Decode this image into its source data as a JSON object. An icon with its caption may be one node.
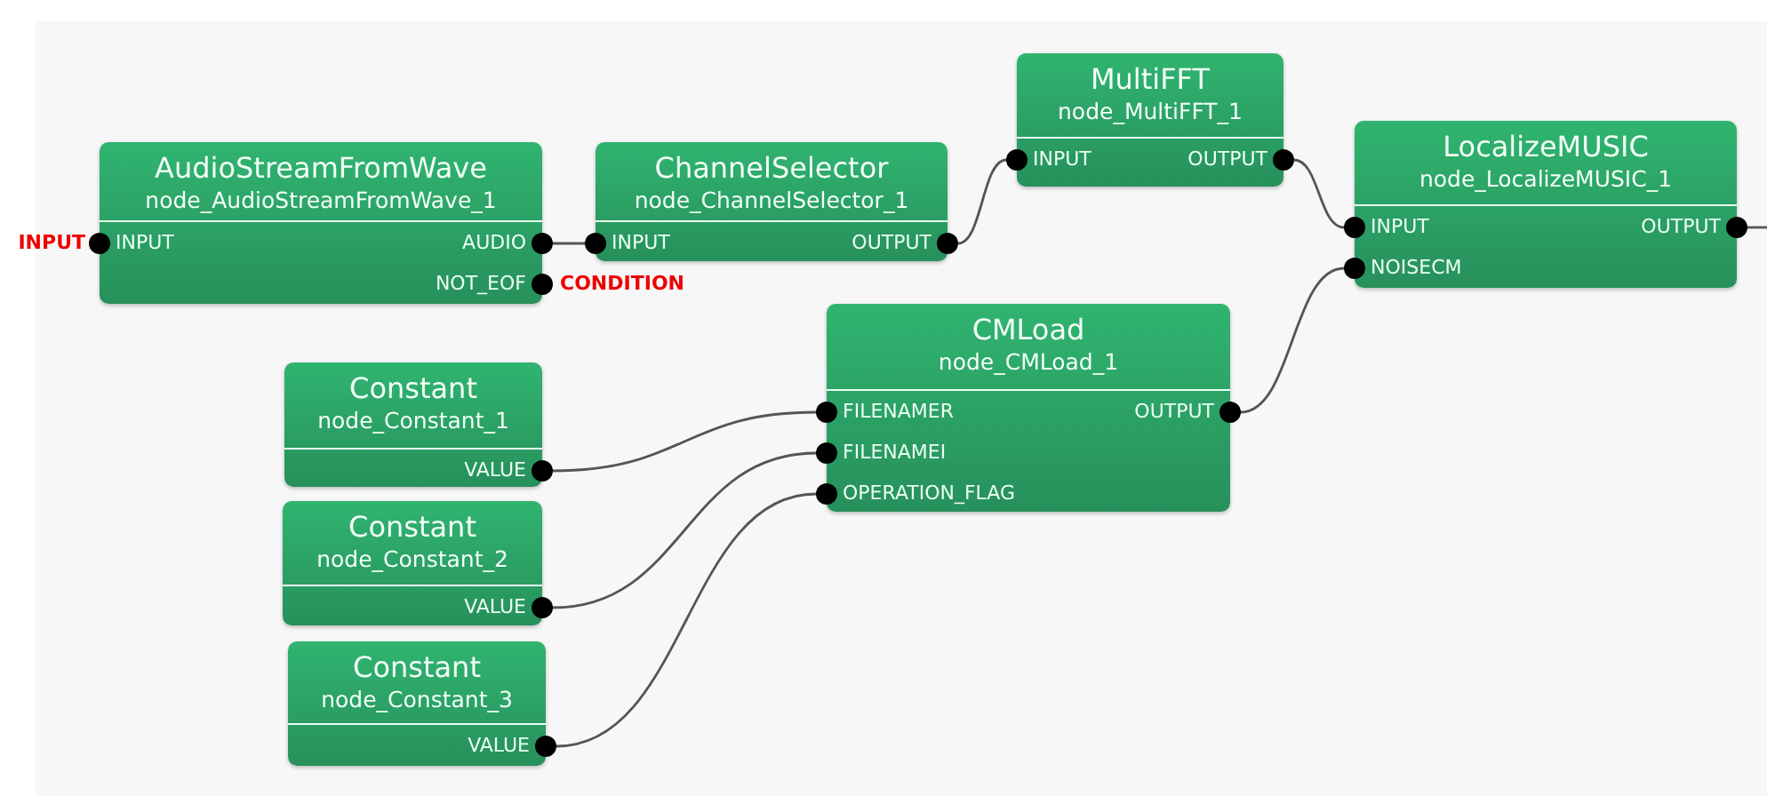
{
  "diagram": {
    "nodes": [
      {
        "text": [
          "AudioStreamFromWave",
          "node_AudioStreamFromWave_1"
        ]
      },
      {
        "text": [
          "INPUT"
        ],
        "in": 0,
        "beside": [
          "INPUT"
        ]
      },
      {
        "text": [
          "AUDIO"
        ],
        "in": 0
      },
      {
        "text": [
          "NOT_EOF"
        ],
        "in": 0,
        "beside": [
          "CONDITION"
        ]
      },
      {
        "text": [
          "ChannelSelector",
          "node_ChannelSelector_1"
        ]
      },
      {
        "text": [
          "INPUT"
        ],
        "in": 4
      },
      {
        "text": [
          "OUTPUT"
        ],
        "in": 4
      },
      {
        "text": [
          "MultiFFT",
          "node_MultiFFT_1"
        ]
      },
      {
        "text": [
          "INPUT"
        ],
        "in": 7
      },
      {
        "text": [
          "OUTPUT"
        ],
        "in": 7
      },
      {
        "text": [
          "LocalizeMUSIC",
          "node_LocalizeMUSIC_1"
        ]
      },
      {
        "text": [
          "INPUT"
        ],
        "in": 10
      },
      {
        "text": [
          "OUTPUT"
        ],
        "in": 10
      },
      {
        "text": [
          "NOISECM"
        ],
        "in": 10
      },
      {
        "text": [
          "CMLoad",
          "node_CMLoad_1"
        ]
      },
      {
        "text": [
          "FILENAMER"
        ],
        "in": 14
      },
      {
        "text": [
          "OUTPUT"
        ],
        "in": 14
      },
      {
        "text": [
          "FILENAMEI"
        ],
        "in": 14
      },
      {
        "text": [
          "OPERATION_FLAG"
        ],
        "in": 14
      },
      {
        "text": [
          "Constant",
          "node_Constant_1"
        ]
      },
      {
        "text": [
          "VALUE"
        ],
        "in": 19
      },
      {
        "text": [
          "Constant",
          "node_Constant_2"
        ]
      },
      {
        "text": [
          "VALUE"
        ],
        "in": 21
      },
      {
        "text": [
          "Constant",
          "node_Constant_3"
        ]
      },
      {
        "text": [
          "VALUE"
        ],
        "in": 23
      }
    ],
    "edges": [
      {
        "from": 2,
        "to": 5,
        "arrow": "none"
      },
      {
        "from": 6,
        "to": 8,
        "arrow": "none"
      },
      {
        "from": 9,
        "to": 11,
        "arrow": "none"
      },
      {
        "from": 16,
        "to": 13,
        "arrow": "none"
      },
      {
        "from": 20,
        "to": 15,
        "arrow": "none"
      },
      {
        "from": 22,
        "to": 17,
        "arrow": "none"
      },
      {
        "from": 24,
        "to": 18,
        "arrow": "none"
      },
      {
        "from": 12,
        "to": null,
        "arrow": "none"
      }
    ]
  }
}
